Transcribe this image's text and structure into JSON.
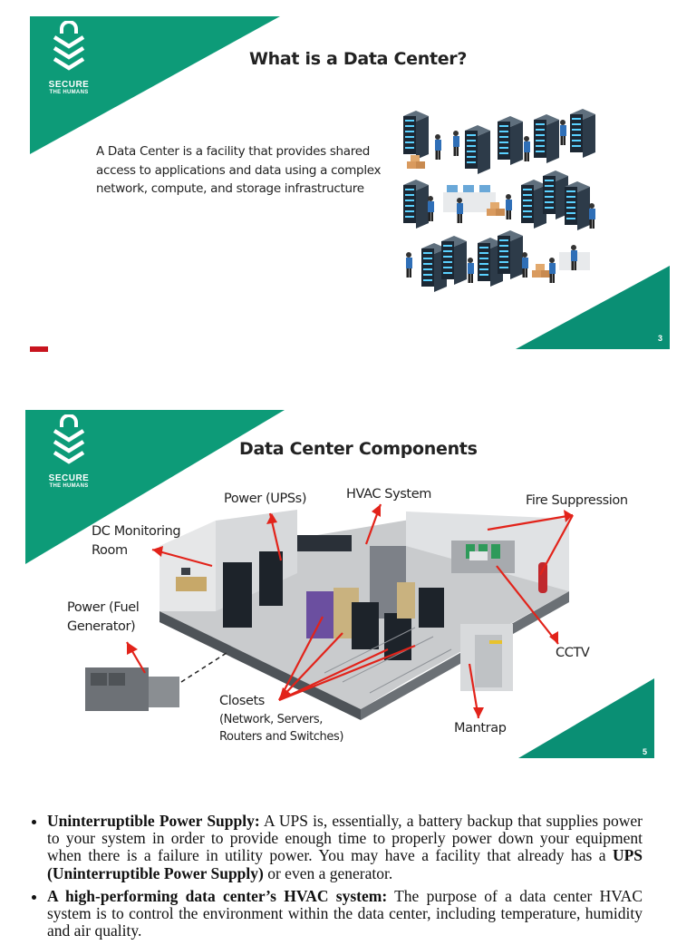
{
  "colors": {
    "brand_teal": "#0d9b78",
    "brand_teal_dark": "#0a7f6a",
    "arrow_red": "#e2231a"
  },
  "logo": {
    "brand": "SECURE",
    "sub": "THE HUMANS",
    "icon": "shield-lock-icon"
  },
  "slide1": {
    "title": "What is a Data Center?",
    "description": "A Data Center is a facility that provides shared access to applications and data using a complex network, compute, and storage infrastructure",
    "page_number": "3"
  },
  "slide2": {
    "title": "Data Center Components",
    "page_number": "5",
    "labels": {
      "power_ups": "Power (UPSs)",
      "hvac": "HVAC System",
      "fire": "Fire Suppression",
      "dc_monitoring_1": "DC Monitoring",
      "dc_monitoring_2": "Room",
      "fuel_1": "Power (Fuel",
      "fuel_2": "Generator)",
      "cctv": "CCTV",
      "closets_1": "Closets",
      "closets_2": "(Network, Servers,",
      "closets_3": "Routers and Switches)",
      "mantrap": "Mantrap"
    }
  },
  "body": {
    "item1": {
      "term": "Uninterruptible Power Supply:",
      "text_a": " A UPS is, essentially, a battery backup that supplies power to your system in order to provide enough time to properly power down your equipment when there is a failure in utility power. You may have a facility that already has a ",
      "strong": "UPS (Uninterruptible Power Supply)",
      "text_b": " or even a generator."
    },
    "item2": {
      "term": "A high-performing data center’s HVAC system:",
      "text_a": " The purpose of a data center HVAC system is to control the environment within the data center, including temperature, humidity and air quality."
    }
  }
}
